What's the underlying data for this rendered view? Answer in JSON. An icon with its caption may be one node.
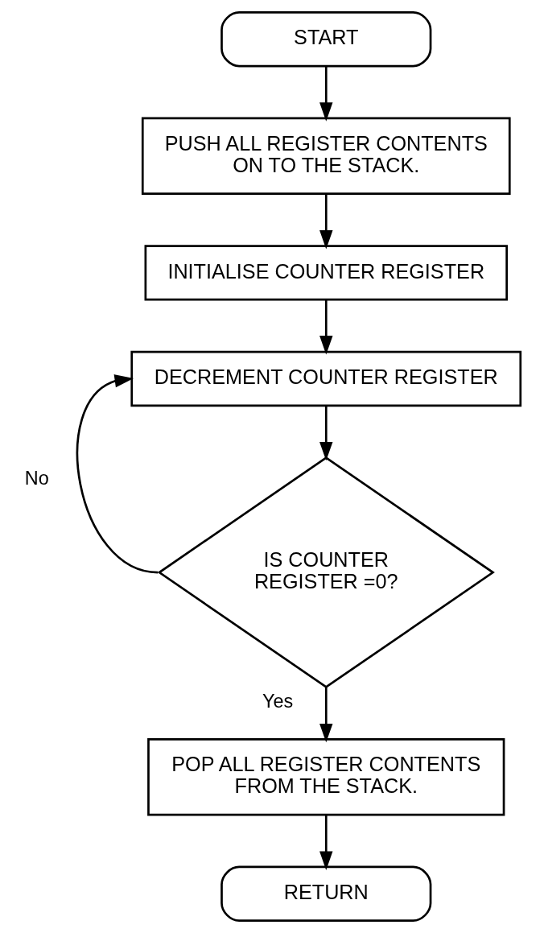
{
  "diagram": {
    "nodes": [
      {
        "text": [
          "START"
        ]
      },
      {
        "text": [
          "PUSH ALL REGISTER CONTENTS ON TO THE STACK."
        ]
      },
      {
        "text": [
          "INITIALISE COUNTER REGISTER"
        ]
      },
      {
        "text": [
          "DECREMENT COUNTER REGISTER"
        ]
      },
      {
        "text": [
          "IS COUNTER REGISTER =0?"
        ]
      },
      {
        "text": [
          "POP ALL REGISTER CONTENTS FROM THE STACK."
        ]
      },
      {
        "text": [
          "RETURN"
        ]
      }
    ],
    "edges": [
      {
        "from": 0,
        "to": 1,
        "arrow": "to"
      },
      {
        "from": 1,
        "to": 2,
        "arrow": "to"
      },
      {
        "from": 2,
        "to": 3,
        "arrow": "to"
      },
      {
        "from": 3,
        "to": 4,
        "arrow": "to"
      },
      {
        "from": 4,
        "to": 3,
        "arrow": "to",
        "label": "No"
      },
      {
        "from": 4,
        "to": 5,
        "arrow": "to",
        "label": "Yes"
      },
      {
        "from": 5,
        "to": 6,
        "arrow": "to"
      }
    ]
  }
}
